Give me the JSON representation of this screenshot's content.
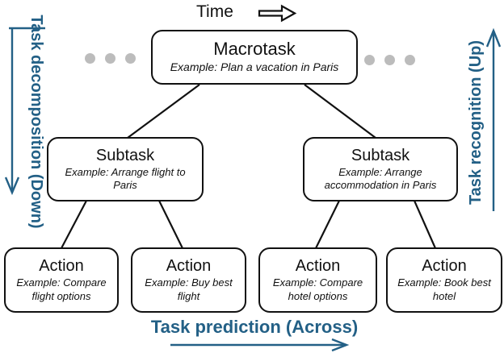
{
  "figure": {
    "time_label": "Time",
    "left_axis_label": "Task decomposition (Down)",
    "right_axis_label": "Task recognition (Up)",
    "bottom_axis_label": "Task prediction (Across)"
  },
  "nodes": {
    "macrotask": {
      "title": "Macrotask",
      "example": "Example: Plan a vacation in Paris"
    },
    "subtasks": [
      {
        "title": "Subtask",
        "example": "Example: Arrange flight to Paris"
      },
      {
        "title": "Subtask",
        "example": "Example: Arrange accommodation in Paris"
      }
    ],
    "actions": [
      {
        "title": "Action",
        "example": "Example: Compare flight options"
      },
      {
        "title": "Action",
        "example": "Example: Buy best flight"
      },
      {
        "title": "Action",
        "example": "Example: Compare hotel options"
      },
      {
        "title": "Action",
        "example": "Example: Book best hotel"
      }
    ]
  },
  "icons": {
    "time_arrow": "hollow right arrow",
    "down_arrow": "down arrow with start bar",
    "up_arrow": "up arrow",
    "across_arrow": "right arrow",
    "ellipsis": "..."
  },
  "colors": {
    "accent": "#236086",
    "dots": "#BCBCBC",
    "node_border": "#111111",
    "background": "#FFFFFF"
  }
}
